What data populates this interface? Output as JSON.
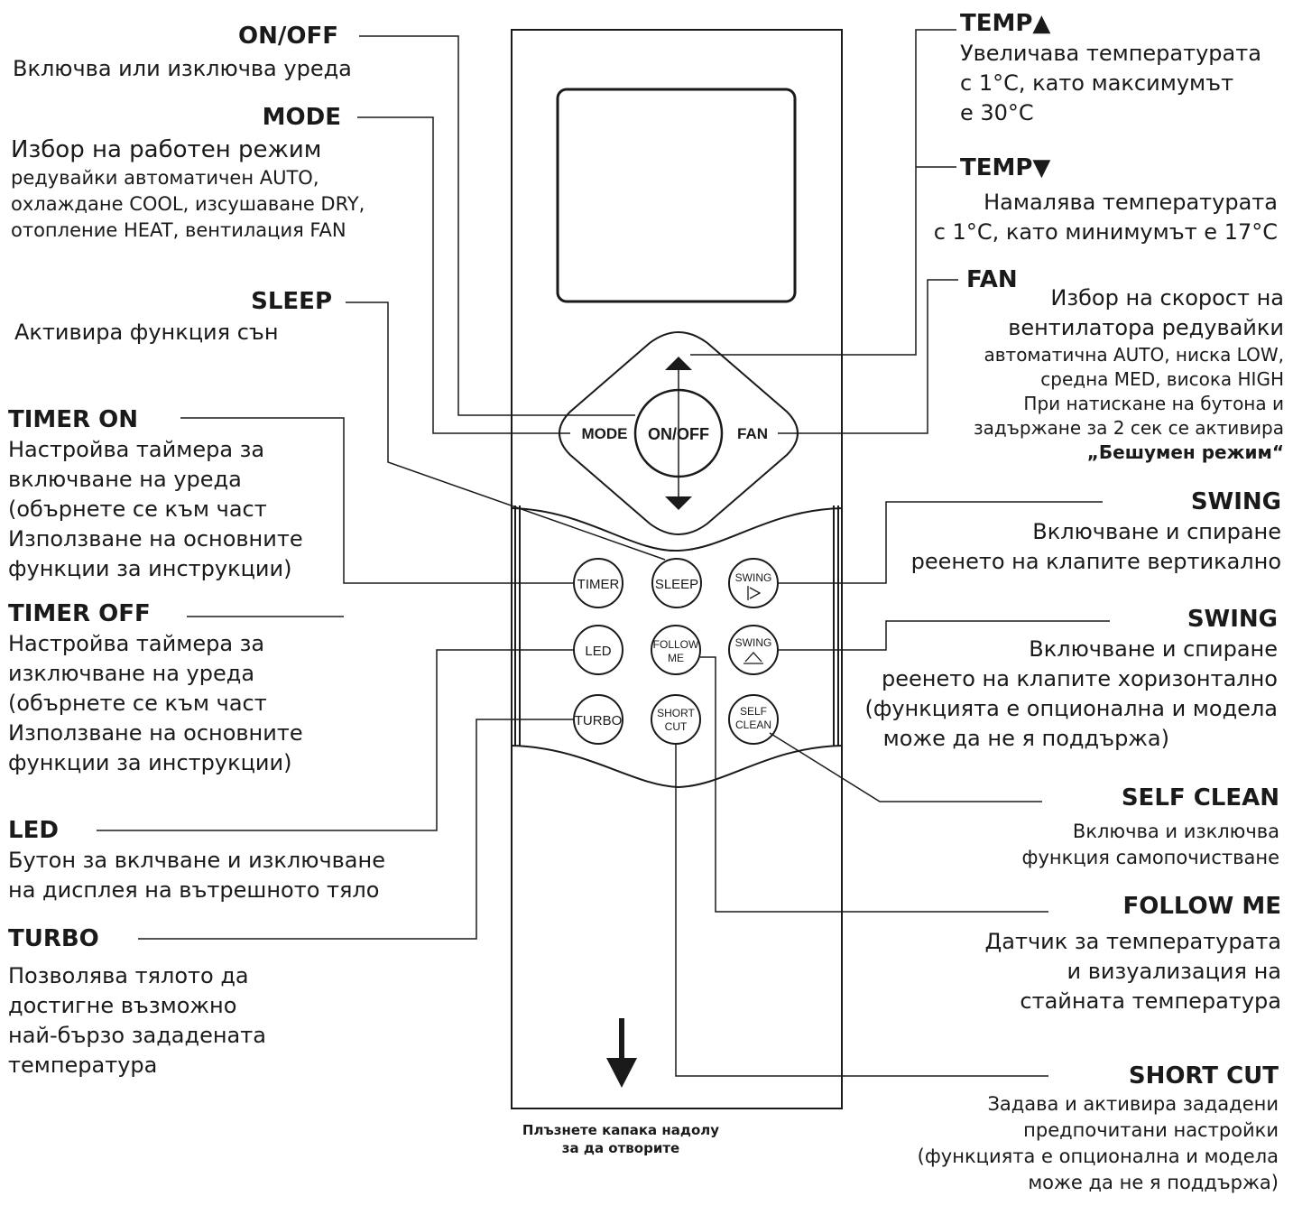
{
  "remote": {
    "btn_mode": "MODE",
    "btn_onoff": "ON/OFF",
    "btn_fan": "FAN",
    "btn_timer": "TIMER",
    "btn_sleep": "SLEEP",
    "btn_swing_v": "SWING",
    "btn_led": "LED",
    "btn_follow_1": "FOLLOW",
    "btn_follow_2": "ME",
    "btn_swing_h": "SWING",
    "btn_turbo": "TURBO",
    "btn_short_1": "SHORT",
    "btn_short_2": "CUT",
    "btn_self_1": "SELF",
    "btn_self_2": "CLEAN"
  },
  "caption": [
    "Плъзнете капака надолу",
    "за да отворите"
  ],
  "labels": {
    "onoff": {
      "title": "ON/OFF",
      "lines": [
        "Включва или изключва уреда"
      ]
    },
    "mode": {
      "title": "MODE",
      "lines": [
        "Избор на работен режим",
        "редувайки автоматичен AUTO,",
        "охлаждане COOL, изсушаване DRY,",
        "отопление HEAT, вентилация FAN"
      ]
    },
    "sleep": {
      "title": "SLEEP",
      "lines": [
        "Активира функция сън"
      ]
    },
    "timer_on": {
      "title": "TIMER ON",
      "lines": [
        "Настройва таймера за",
        "включване на уреда",
        "(обърнете се към част",
        "Използване на основните",
        "функции за инструкции)"
      ]
    },
    "timer_off": {
      "title": "TIMER OFF",
      "lines": [
        "Настройва таймера за",
        "изключване на уреда",
        "(обърнете се към част",
        "Използване на основните",
        "функции за инструкции)"
      ]
    },
    "led": {
      "title": "LED",
      "lines": [
        "Бутон за вклчване и изключване",
        "на дисплея на вътрешното тяло"
      ]
    },
    "turbo": {
      "title": "TURBO",
      "lines": [
        "Позволява тялото да",
        "достигне възможно",
        "най-бързо зададената",
        "температура"
      ]
    },
    "temp_up": {
      "title": "TEMP▲",
      "lines": [
        "Увеличава температурата",
        "с 1°C, като максимумът",
        "е 30°C"
      ]
    },
    "temp_down": {
      "title": "TEMP▼",
      "lines": [
        "Намалява температурата",
        "с 1°C, като минимумът  е 17°C"
      ]
    },
    "fan": {
      "title": "FAN",
      "lines": [
        "Избор на скорост на",
        "вентилатора редувайки",
        "автоматична AUTO, ниска LOW,",
        "средна MED, висока HIGH",
        "При натискане на бутона и",
        "задържане за 2 сек се активира",
        "„Бешумен режим“"
      ]
    },
    "swing_v": {
      "title": "SWING",
      "lines": [
        "Включване и спиране",
        "реенето на клапите вертикално"
      ]
    },
    "swing_h": {
      "title": "SWING",
      "lines": [
        "Включване и спиране",
        "реенето на клапите хоризонтално",
        "(функцията е опционална и модела",
        "може да не я поддържа)"
      ]
    },
    "self_clean": {
      "title": "SELF CLEAN",
      "lines": [
        "Включва и изключва",
        "функция  самопочистване"
      ]
    },
    "follow_me": {
      "title": "FOLLOW ME",
      "lines": [
        "Датчик за температурата",
        "и визуализация на",
        "стайната температура"
      ]
    },
    "short_cut": {
      "title": "SHORT CUT",
      "lines": [
        "Задава и активира зададени",
        "предпочитани настройки",
        "(функцията е опционална и модела",
        "може да не я поддържа)"
      ]
    }
  }
}
